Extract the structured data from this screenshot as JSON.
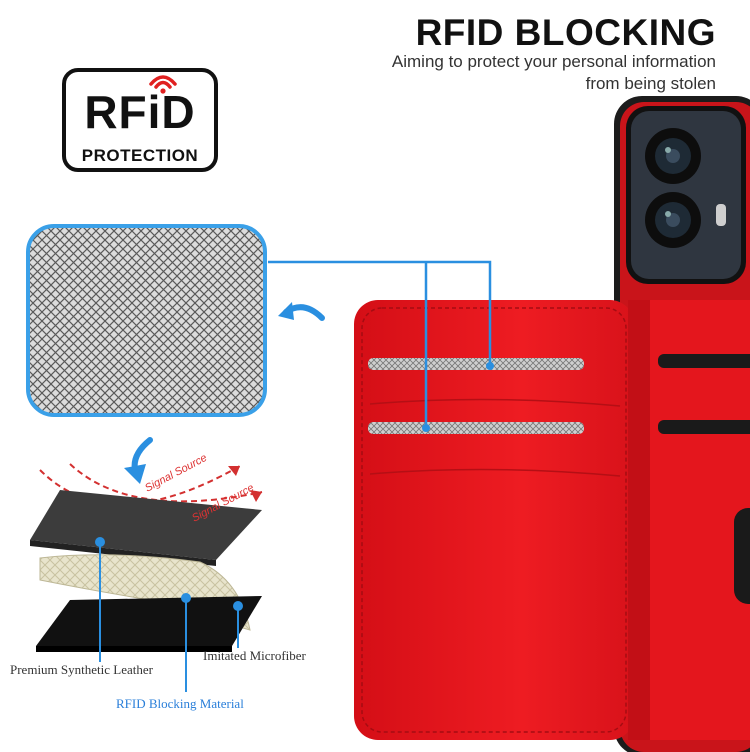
{
  "header": {
    "title": "RFID BLOCKING",
    "subtitle_line1": "Aiming to protect your personal information",
    "subtitle_line2": "from being stolen"
  },
  "badge": {
    "main": "RFiD",
    "sub": "PROTECTION",
    "wave_color": "#e02020"
  },
  "layers": {
    "signal_label_1": "Signal Source",
    "signal_label_2": "Signal Source",
    "label_leather": "Premium Synthetic Leather",
    "label_microfiber": "Imitated Microfiber",
    "label_rfid": "RFID Blocking Material"
  },
  "colors": {
    "accent_blue": "#2a8fe0",
    "wallet_red": "#e8141c",
    "signal_red": "#d33030"
  }
}
